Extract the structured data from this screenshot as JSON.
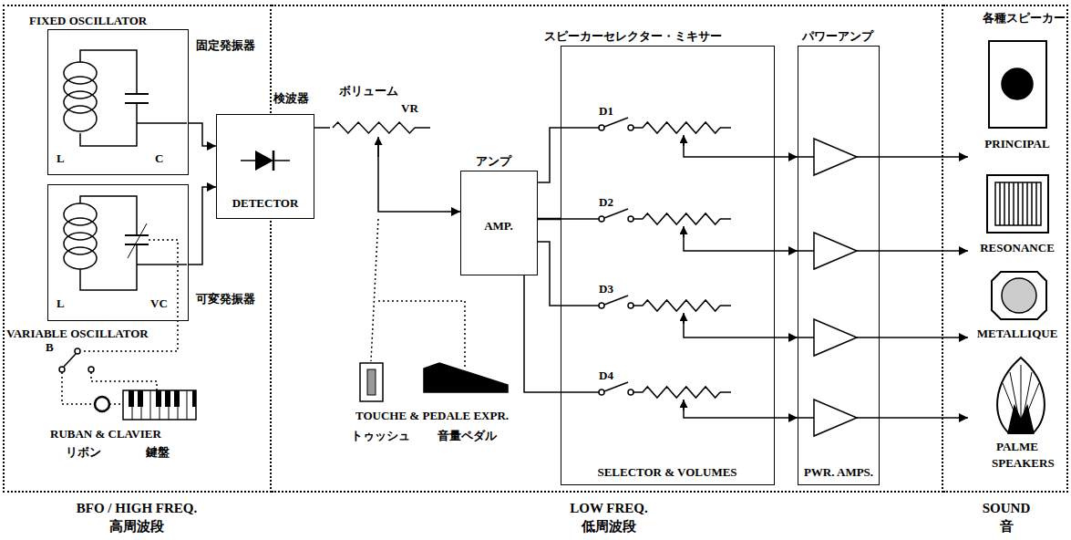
{
  "diagram": {
    "nodes": [
      {
        "text": [
          "BFO / HIGH FREQ.",
          "高周波段"
        ]
      },
      {
        "text": [
          "FIXED OSCILLATOR",
          "固定発振器"
        ],
        "in": 0
      },
      {
        "text": [
          "可変発振器",
          "VARIABLE OSCILLATOR"
        ],
        "in": 0
      },
      {
        "text": [
          "検波器",
          "DETECTOR"
        ]
      },
      {
        "text": [
          "LOW FREQ.",
          "低周波段"
        ]
      },
      {
        "text": [
          "アンプ",
          "AMP."
        ],
        "in": 4
      },
      {
        "text": [
          "スピーカーセレクター・ミキサー",
          "SELECTOR & VOLUMES"
        ],
        "in": 4
      },
      {
        "text": [
          "パワーアンプ",
          "PWR. AMPS."
        ],
        "in": 4
      },
      {
        "text": [
          "SOUND",
          "音"
        ]
      },
      {
        "text": [
          "PRINCIPAL"
        ],
        "in": 8
      },
      {
        "text": [
          "RESONANCE"
        ],
        "in": 8
      },
      {
        "text": [
          "METALLIQUE"
        ],
        "in": 8
      },
      {
        "text": [
          "PALME"
        ],
        "in": 8
      }
    ],
    "edges": [
      {
        "from": 1,
        "to": 3,
        "arrow": "to"
      },
      {
        "from": 2,
        "to": 3,
        "arrow": "to"
      },
      {
        "from": 3,
        "to": 5,
        "arrow": "to"
      },
      {
        "from": 5,
        "to": 6,
        "arrow": "none"
      },
      {
        "from": 5,
        "to": 6,
        "arrow": "none"
      },
      {
        "from": 5,
        "to": 6,
        "arrow": "none"
      },
      {
        "from": 5,
        "to": 6,
        "arrow": "none"
      },
      {
        "from": 6,
        "to": 7,
        "arrow": "to"
      },
      {
        "from": 6,
        "to": 7,
        "arrow": "to"
      },
      {
        "from": 6,
        "to": 7,
        "arrow": "to"
      },
      {
        "from": 6,
        "to": 7,
        "arrow": "to"
      },
      {
        "from": 7,
        "to": 9,
        "arrow": "to"
      },
      {
        "from": 7,
        "to": 10,
        "arrow": "to"
      },
      {
        "from": 7,
        "to": 11,
        "arrow": "to"
      },
      {
        "from": 7,
        "to": 12,
        "arrow": "to"
      }
    ],
    "labels": [
      "L",
      "C",
      "L",
      "VC",
      "B",
      "RUBAN & CLAVIER",
      "リボン",
      "鍵盤",
      "ボリューム",
      "VR",
      "TOUCHE & PEDALE EXPR.",
      "トゥッシュ",
      "音量ペダル",
      "D1",
      "D2",
      "D3",
      "D4",
      "各種スピーカー",
      "SPEAKERS"
    ]
  }
}
